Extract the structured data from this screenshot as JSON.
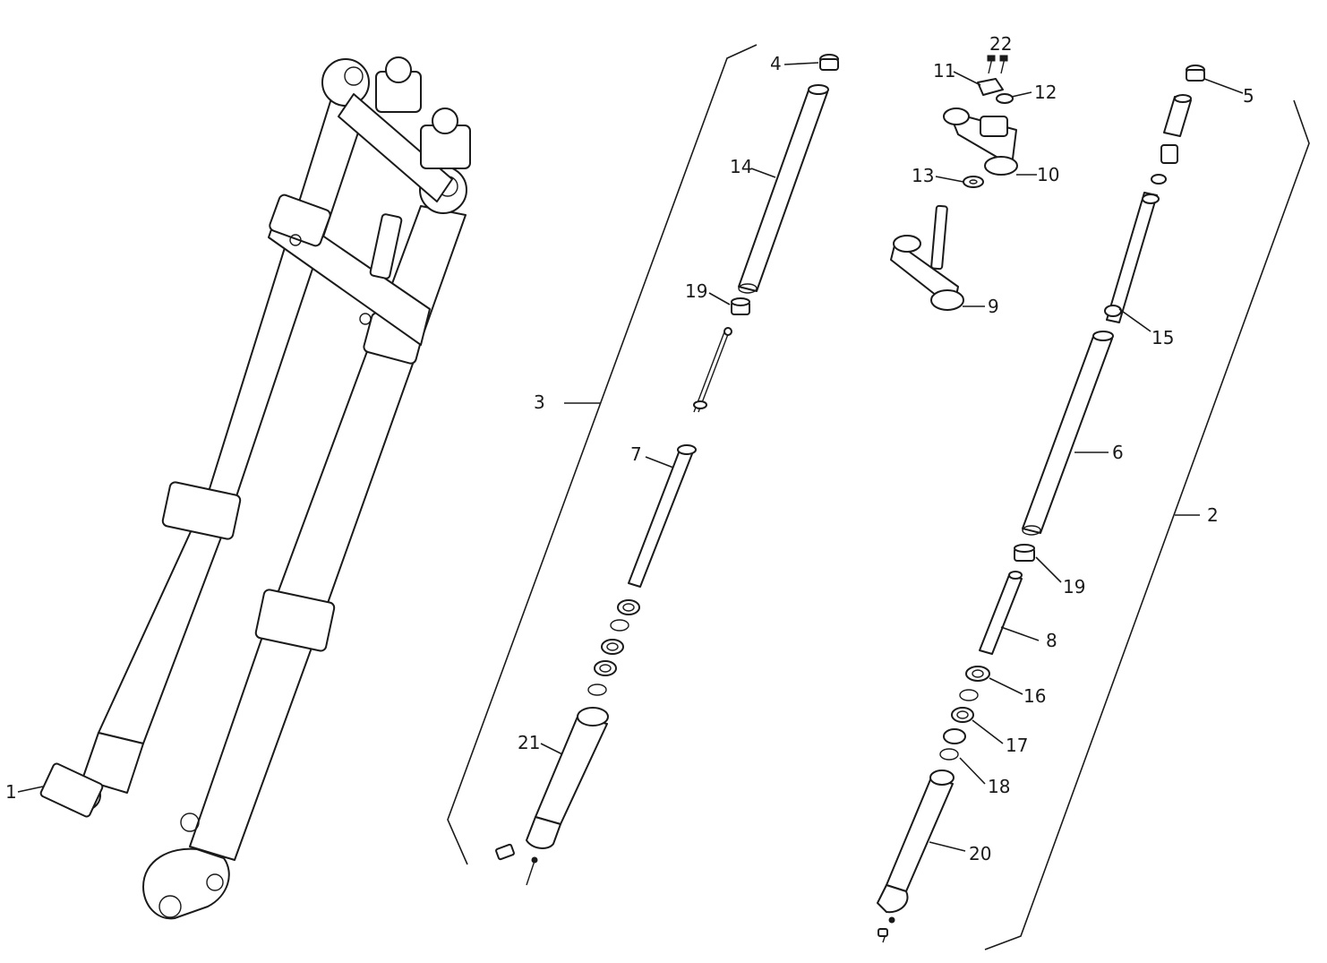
{
  "callouts": {
    "c1": "1",
    "c2": "2",
    "c3": "3",
    "c4": "4",
    "c5": "5",
    "c6": "6",
    "c7": "7",
    "c8": "8",
    "c9": "9",
    "c10": "10",
    "c11": "11",
    "c12": "12",
    "c13": "13",
    "c14": "14",
    "c15": "15",
    "c16": "16",
    "c17": "17",
    "c18": "18",
    "c19a": "19",
    "c19b": "19",
    "c20": "20",
    "c21": "21",
    "c22": "22"
  }
}
